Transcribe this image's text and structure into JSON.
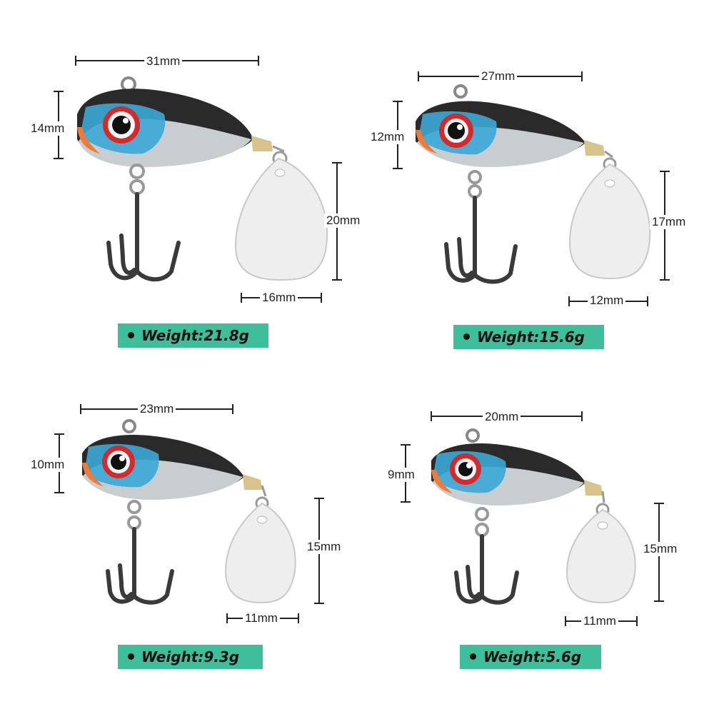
{
  "lures": [
    {
      "length": "31mm",
      "height": "14mm",
      "blade_length": "20mm",
      "blade_width": "16mm",
      "weight": "Weight:21.8g"
    },
    {
      "length": "27mm",
      "height": "12mm",
      "blade_length": "17mm",
      "blade_width": "12mm",
      "weight": "Weight:15.6g"
    },
    {
      "length": "23mm",
      "height": "10mm",
      "blade_length": "15mm",
      "blade_width": "11mm",
      "weight": "Weight:9.3g"
    },
    {
      "length": "20mm",
      "height": "9mm",
      "blade_length": "15mm",
      "blade_width": "11mm",
      "weight": "Weight:5.6g"
    }
  ],
  "colors": {
    "badge": "#3ebe9a",
    "body_dark": "#2a2a2a",
    "body_blue": "#3aa9d6",
    "eye": "#d42a2a"
  },
  "icons": [
    "lure-illustration",
    "treble-hook-icon",
    "spinner-blade-icon",
    "bullet-dot-icon"
  ]
}
